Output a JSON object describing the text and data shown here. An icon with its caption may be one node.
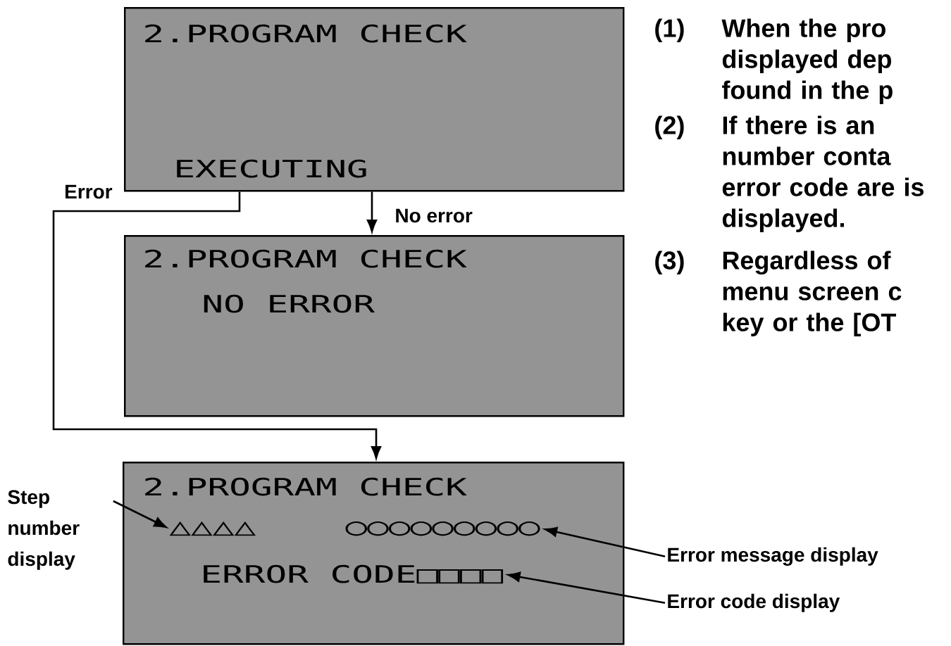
{
  "diagram": {
    "nodes": [
      {
        "text": [
          "2.PROGRAM CHECK",
          "EXECUTING"
        ]
      },
      {
        "text": [
          "2.PROGRAM CHECK",
          "NO ERROR"
        ]
      },
      {
        "text": [
          "2.PROGRAM CHECK"
        ]
      },
      {
        "text": [
          "△△△△"
        ],
        "in": 2
      },
      {
        "text": [
          "○○○○○○○○○"
        ],
        "in": 2
      },
      {
        "text": [
          "ERROR CODE□□□□"
        ],
        "in": 2
      },
      {
        "text": [
          "Step number display"
        ]
      },
      {
        "text": [
          "Error message display"
        ]
      },
      {
        "text": [
          "Error code display"
        ]
      }
    ],
    "edges": [
      {
        "from": 0,
        "to": 1,
        "arrow": "to",
        "label": "No error"
      },
      {
        "from": 0,
        "to": 2,
        "arrow": "to",
        "label": "Error"
      },
      {
        "from": 6,
        "to": 3,
        "arrow": "to"
      },
      {
        "from": 7,
        "to": 4,
        "arrow": "to"
      },
      {
        "from": 8,
        "to": 5,
        "arrow": "to"
      }
    ],
    "labels": [
      "(1)",
      "When the pro displayed dep found in the p",
      "(2)",
      "If there is an number conta error code are is displayed.",
      "(3)",
      "Regardless of menu screen c key or the [OT"
    ]
  }
}
